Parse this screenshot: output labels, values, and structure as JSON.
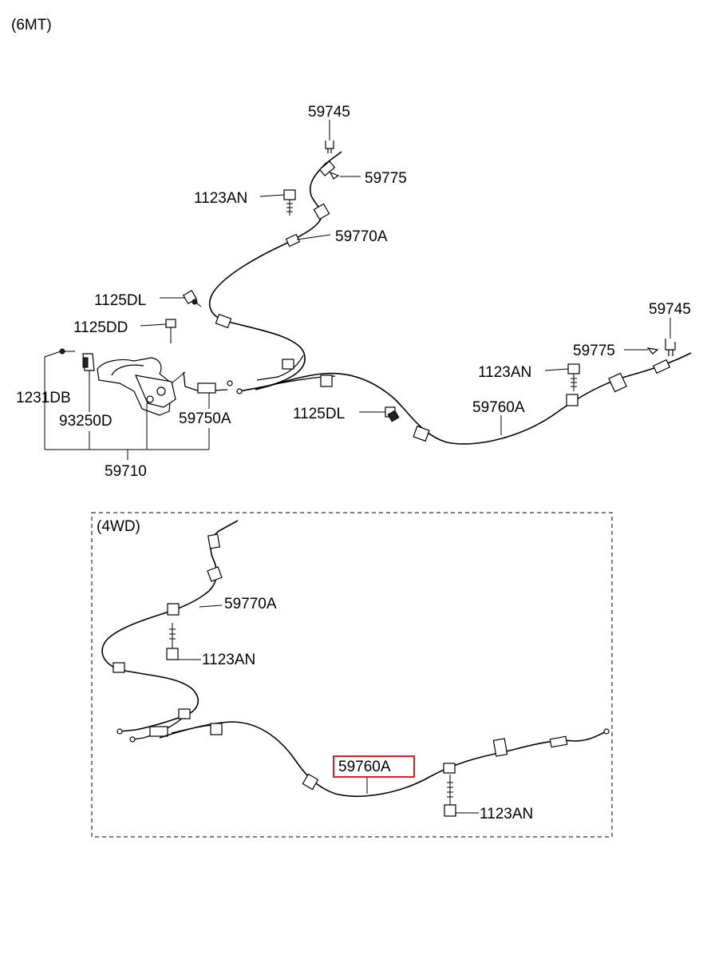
{
  "variant_label": "(6MT)",
  "section_4wd_label": "(4WD)",
  "parts": {
    "p59745_a": "59745",
    "p59775_a": "59775",
    "p1123an_a": "1123AN",
    "p59770a_a": "59770A",
    "p1125dl_a": "1125DL",
    "p1125dd": "1125DD",
    "p1231db": "1231DB",
    "p93250d": "93250D",
    "p59750a": "59750A",
    "p59710": "59710",
    "p1125dl_b": "1125DL",
    "p59760a_a": "59760A",
    "p1123an_b": "1123AN",
    "p59775_b": "59775",
    "p59745_b": "59745",
    "p59770a_b": "59770A",
    "p1123an_c": "1123AN",
    "p59760a_b": "59760A",
    "p1123an_d": "1123AN"
  },
  "highlight_color": "#e02020"
}
